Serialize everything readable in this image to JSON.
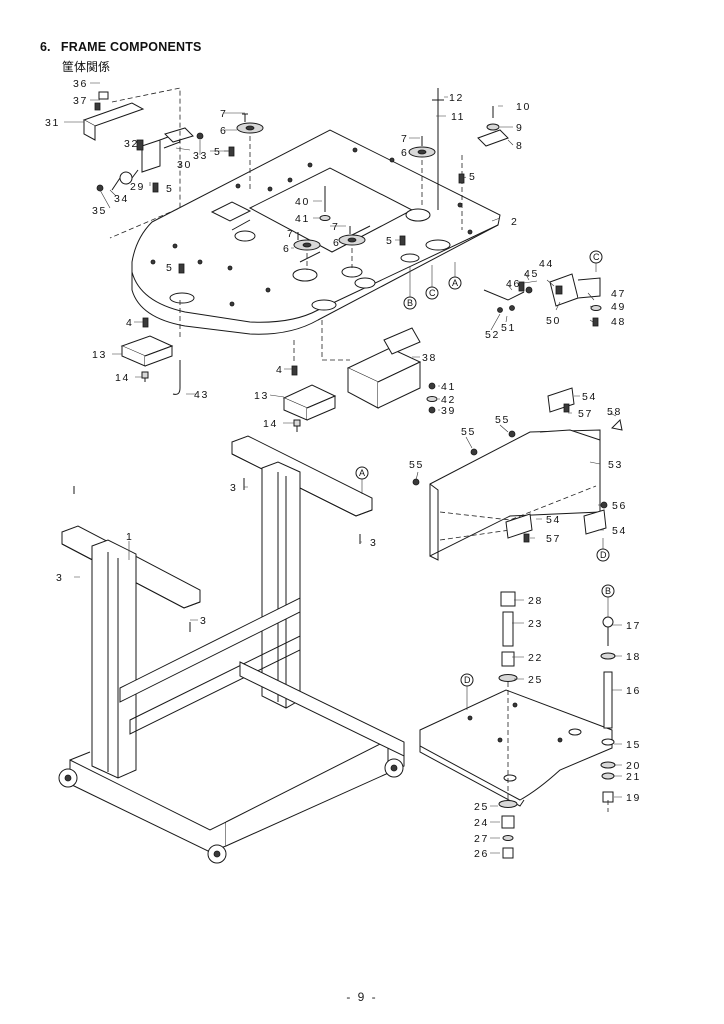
{
  "header": {
    "section_number": "6.",
    "title": "FRAME COMPONENTS",
    "subtitle": "筐体関係"
  },
  "callouts": {
    "c1": "1",
    "c2": "2",
    "c3a": "3",
    "c3b": "3",
    "c3c": "3",
    "c3d": "3",
    "c4a": "4",
    "c4b": "4",
    "c5a": "5",
    "c5b": "5",
    "c5c": "5",
    "c5d": "5",
    "c5e": "5",
    "c6a": "6",
    "c6b": "6",
    "c6c": "6",
    "c6d": "6",
    "c7a": "7",
    "c7b": "7",
    "c7c": "7",
    "c7d": "7",
    "c8": "8",
    "c9": "9",
    "c10": "10",
    "c11": "11",
    "c12": "12",
    "c13a": "13",
    "c13b": "13",
    "c14a": "14",
    "c14b": "14",
    "c15": "15",
    "c16": "16",
    "c17": "17",
    "c18": "18",
    "c19": "19",
    "c20": "20",
    "c21": "21",
    "c22": "22",
    "c23": "23",
    "c24": "24",
    "c25a": "25",
    "c25b": "25",
    "c26": "26",
    "c27": "27",
    "c28": "28",
    "c29": "29",
    "c30": "30",
    "c31": "31",
    "c32": "32",
    "c33": "33",
    "c34": "34",
    "c35": "35",
    "c36": "36",
    "c37": "37",
    "c38": "38",
    "c39": "39",
    "c40": "40",
    "c41a": "41",
    "c41b": "41",
    "c42": "42",
    "c43": "43",
    "c44": "44",
    "c45": "45",
    "c46": "46",
    "c47": "47",
    "c48": "48",
    "c49": "49",
    "c50": "50",
    "c51": "51",
    "c52": "52",
    "c53": "53",
    "c54a": "54",
    "c54b": "54",
    "c54c": "54",
    "c55a": "55",
    "c55b": "55",
    "c55c": "55",
    "c56": "56",
    "c57a": "57",
    "c57b": "57",
    "c58": "58"
  },
  "reference_markers": {
    "a1": "A",
    "a2": "A",
    "b1": "B",
    "b2": "B",
    "c1": "C",
    "c2": "C",
    "d1": "D",
    "d2": "D"
  },
  "footer": {
    "page_number": "- 9 -"
  }
}
